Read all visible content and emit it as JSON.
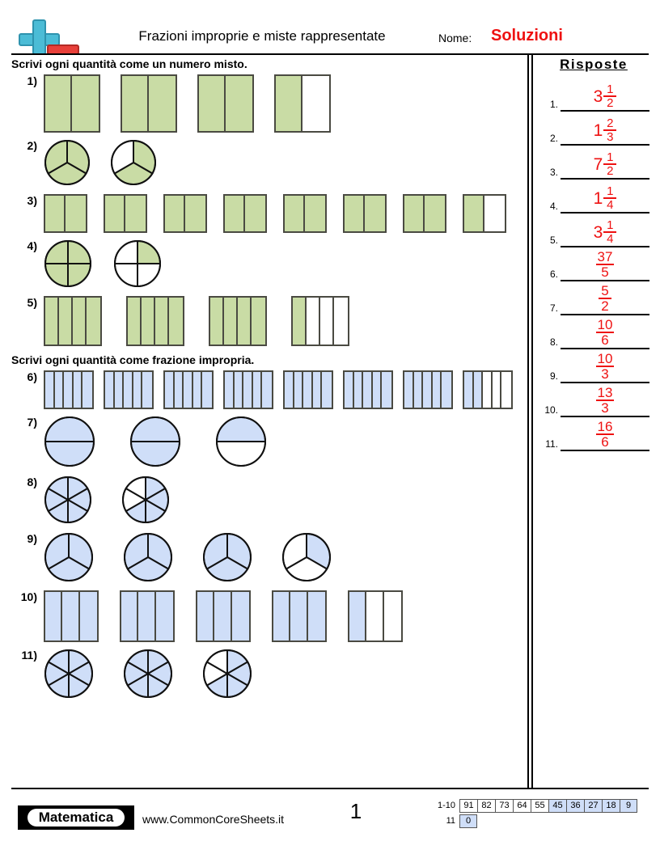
{
  "header": {
    "title": "Frazioni improprie e miste rappresentate",
    "name_label": "Nome:",
    "name_value": "Soluzioni",
    "logo_icon": "plus-minus-icon"
  },
  "sections": [
    {
      "id": "mixed",
      "instruction": "Scrivi ogni quantità come un numero misto."
    },
    {
      "id": "improper",
      "instruction": "Scrivi ogni quantità come frazione impropria."
    }
  ],
  "problems": [
    {
      "num": "1)",
      "shape": "rect",
      "color": "green",
      "parts": 2,
      "figures": [
        2,
        2,
        2,
        1
      ],
      "gap": 25,
      "w": 70,
      "h": 72
    },
    {
      "num": "2)",
      "shape": "circle",
      "color": "green",
      "parts": 3,
      "figures": [
        3,
        2
      ],
      "gap": 24,
      "r": 27
    },
    {
      "num": "3)",
      "shape": "rect",
      "color": "green",
      "parts": 2,
      "figures": [
        2,
        2,
        2,
        2,
        2,
        2,
        2,
        1
      ],
      "gap": 20,
      "w": 54,
      "h": 48
    },
    {
      "num": "4)",
      "shape": "circle",
      "color": "green",
      "parts": 4,
      "figures": [
        4,
        1
      ],
      "gap": 26,
      "r": 28
    },
    {
      "num": "5)",
      "shape": "rect",
      "color": "green",
      "parts": 4,
      "figures": [
        4,
        4,
        4,
        1
      ],
      "gap": 30,
      "w": 72,
      "h": 62
    },
    {
      "num": "6)",
      "shape": "rect",
      "color": "blue",
      "parts": 5,
      "figures": [
        5,
        5,
        5,
        5,
        5,
        5,
        5,
        2
      ],
      "gap": 12,
      "w": 62,
      "h": 48
    },
    {
      "num": "7)",
      "shape": "circle",
      "color": "blue",
      "parts": 2,
      "figures": [
        2,
        2,
        1
      ],
      "gap": 42,
      "r": 30
    },
    {
      "num": "8)",
      "shape": "circle",
      "color": "blue",
      "parts": 6,
      "figures": [
        6,
        4
      ],
      "gap": 36,
      "r": 28
    },
    {
      "num": "9)",
      "shape": "circle",
      "color": "blue",
      "parts": 3,
      "figures": [
        3,
        3,
        3,
        1
      ],
      "gap": 36,
      "r": 29
    },
    {
      "num": "10)",
      "shape": "rect",
      "color": "blue",
      "parts": 3,
      "figures": [
        3,
        3,
        3,
        3,
        1
      ],
      "gap": 26,
      "w": 68,
      "h": 64
    },
    {
      "num": "11)",
      "shape": "circle",
      "color": "blue",
      "parts": 6,
      "figures": [
        6,
        6,
        4
      ],
      "gap": 36,
      "r": 29
    }
  ],
  "answers": {
    "title": "Risposte",
    "items": [
      {
        "idx": "1.",
        "whole": "3",
        "num": "1",
        "den": "2"
      },
      {
        "idx": "2.",
        "whole": "1",
        "num": "2",
        "den": "3"
      },
      {
        "idx": "3.",
        "whole": "7",
        "num": "1",
        "den": "2"
      },
      {
        "idx": "4.",
        "whole": "1",
        "num": "1",
        "den": "4"
      },
      {
        "idx": "5.",
        "whole": "3",
        "num": "1",
        "den": "4"
      },
      {
        "idx": "6.",
        "whole": "",
        "num": "37",
        "den": "5"
      },
      {
        "idx": "7.",
        "whole": "",
        "num": "5",
        "den": "2"
      },
      {
        "idx": "8.",
        "whole": "",
        "num": "10",
        "den": "6"
      },
      {
        "idx": "9.",
        "whole": "",
        "num": "10",
        "den": "3"
      },
      {
        "idx": "10.",
        "whole": "",
        "num": "13",
        "den": "3"
      },
      {
        "idx": "11.",
        "whole": "",
        "num": "16",
        "den": "6"
      }
    ]
  },
  "footer": {
    "subject": "Matematica",
    "url": "www.CommonCoreSheets.it",
    "page": "1",
    "score_rows": [
      {
        "label": "1-10",
        "cells": [
          {
            "v": "91",
            "hl": false
          },
          {
            "v": "82",
            "hl": false
          },
          {
            "v": "73",
            "hl": false
          },
          {
            "v": "64",
            "hl": false
          },
          {
            "v": "55",
            "hl": false
          },
          {
            "v": "45",
            "hl": true
          },
          {
            "v": "36",
            "hl": true
          },
          {
            "v": "27",
            "hl": true
          },
          {
            "v": "18",
            "hl": true
          },
          {
            "v": "9",
            "hl": true
          }
        ]
      },
      {
        "label": "11",
        "cells": [
          {
            "v": "0",
            "hl": true
          }
        ]
      }
    ]
  },
  "colors": {
    "green_fill": "#c9dca5",
    "blue_fill": "#cfdef8",
    "answer_red": "#ee1111",
    "stroke": "#4a4a42"
  }
}
